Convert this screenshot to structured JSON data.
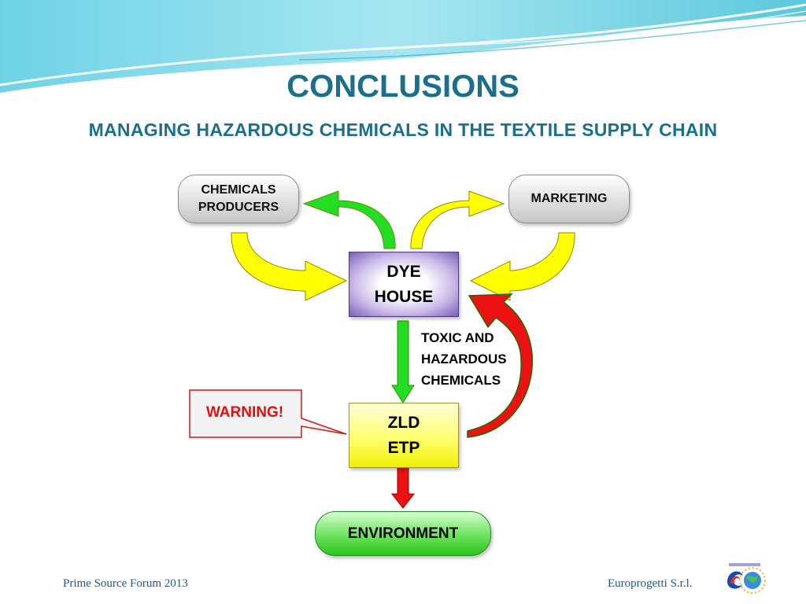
{
  "slide": {
    "title": "CONCLUSIONS",
    "subtitle": "MANAGING HAZARDOUS CHEMICALS IN THE TEXTILE SUPPLY CHAIN"
  },
  "nodes": {
    "chemicals_producers": {
      "line1": "CHEMICALS",
      "line2": "PRODUCERS"
    },
    "marketing": "MARKETING",
    "dye_house": {
      "line1": "DYE",
      "line2": "HOUSE"
    },
    "zld_etp": {
      "line1": "ZLD",
      "line2": "ETP"
    },
    "environment": "ENVIRONMENT"
  },
  "labels": {
    "toxic": {
      "line1": "TOXIC AND",
      "line2": "HAZARDOUS",
      "line3": "CHEMICALS"
    },
    "warning": "WARNING!"
  },
  "footer": {
    "left": "Prime Source Forum 2013",
    "right": "Europrogetti S.r.l."
  },
  "colors": {
    "title": "#1a6f8a",
    "arrow_yellow": "#ffff00",
    "arrow_green": "#22dd22",
    "arrow_red": "#ee1111",
    "warning_text": "#e01010"
  }
}
